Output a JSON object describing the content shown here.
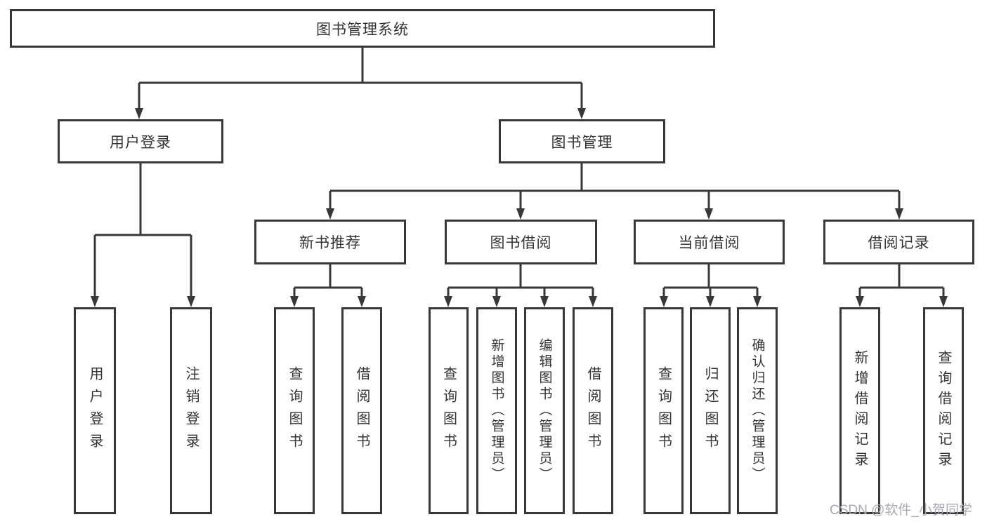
{
  "diagram_title": "图书管理系统",
  "tree": {
    "label": "图书管理系统",
    "children": [
      {
        "label": "用户登录",
        "children": [
          {
            "label": "用户登录"
          },
          {
            "label": "注销登录"
          }
        ]
      },
      {
        "label": "图书管理",
        "children": [
          {
            "label": "新书推荐",
            "children": [
              {
                "label": "查询图书"
              },
              {
                "label": "借阅图书"
              }
            ]
          },
          {
            "label": "图书借阅",
            "children": [
              {
                "label": "查询图书"
              },
              {
                "label": "新增图书（管理员）"
              },
              {
                "label": "编辑图书（管理员）"
              },
              {
                "label": "借阅图书"
              }
            ]
          },
          {
            "label": "当前借阅",
            "children": [
              {
                "label": "查询图书"
              },
              {
                "label": "归还图书"
              },
              {
                "label": "确认归还（管理员）"
              }
            ]
          },
          {
            "label": "借阅记录",
            "children": [
              {
                "label": "新增借阅记录"
              },
              {
                "label": "查询借阅记录"
              }
            ]
          }
        ]
      }
    ]
  },
  "watermark": {
    "text": "CSDN @软件_小贺同学"
  },
  "colors": {
    "line": "#383838",
    "box_border": "#383838",
    "text": "#333333",
    "background": "#ffffff",
    "watermark": "#a9a9b2"
  }
}
